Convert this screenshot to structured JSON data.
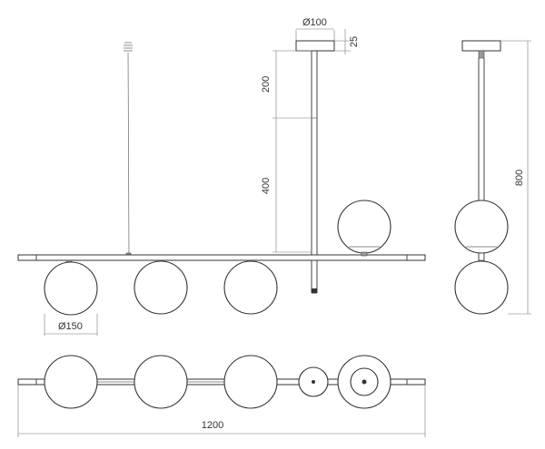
{
  "labels": {
    "canopy_diameter": "Ø100",
    "canopy_height": "25",
    "stem_top": "200",
    "stem_mid": "400",
    "globe_diameter": "Ø150",
    "total_width": "1200",
    "total_height": "800"
  }
}
